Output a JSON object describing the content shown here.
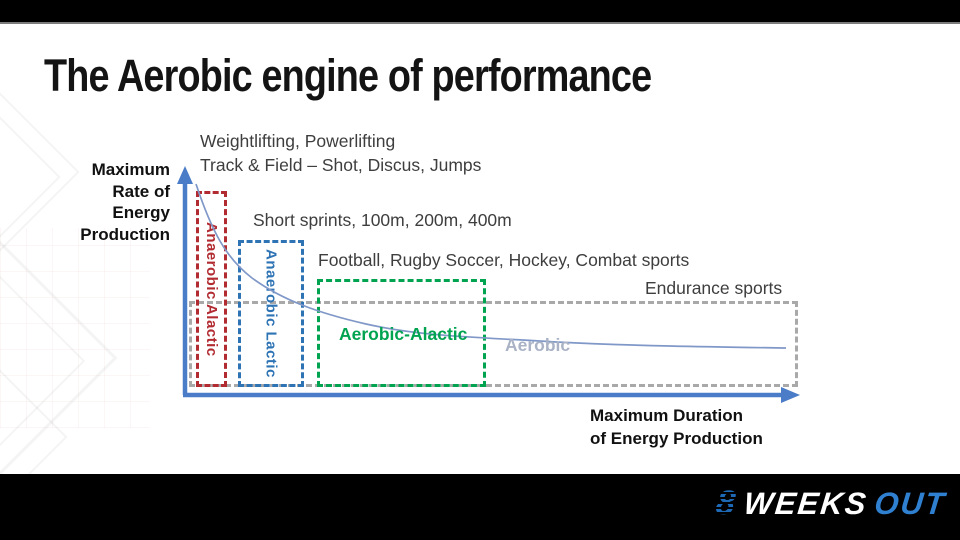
{
  "title": "The Aerobic engine of performance",
  "axes": {
    "y_label_lines": [
      "Maximum",
      "Rate of",
      "Energy",
      "Production"
    ],
    "x_label_lines": [
      "Maximum Duration",
      "of Energy Production"
    ]
  },
  "annotations": {
    "weightlifting_line1": "Weightlifting, Powerlifting",
    "weightlifting_line2": "Track & Field – Shot, Discus, Jumps",
    "sprints": "Short sprints, 100m, 200m, 400m",
    "team_sports": "Football, Rugby Soccer, Hockey, Combat sports",
    "endurance": "Endurance sports"
  },
  "zones": {
    "anaerobic_alactic": {
      "label": "Anaerobic Alactic",
      "color": "#b12b31"
    },
    "anaerobic_lactic": {
      "label": "Anaerobic Lactic",
      "color": "#2e74b5"
    },
    "aerobic_alactic": {
      "label": "Aerobic-Alactic",
      "color": "#00a350"
    },
    "aerobic": {
      "label": "Aerobic",
      "color": "#a9a9a9"
    }
  },
  "logo": {
    "eight": "8",
    "weeks": "WEEKS",
    "out": "OUT"
  },
  "colors": {
    "axis_blue": "#4a7cc7",
    "curve_blue": "#8098c8",
    "title_text": "#141414",
    "annotation_text": "#3e3e3e",
    "bar_black": "#000000"
  },
  "chart_data": {
    "type": "line",
    "title": "The Aerobic engine of performance",
    "xlabel": "Maximum Duration of Energy Production",
    "ylabel": "Maximum Rate of Energy Production",
    "axis_numeric": false,
    "grid": false,
    "legend_position": "none",
    "series": [
      {
        "name": "Rate of energy production vs duration",
        "points_norm": [
          {
            "x": 0.02,
            "y": 1.0
          },
          {
            "x": 0.08,
            "y": 0.64
          },
          {
            "x": 0.12,
            "y": 0.54
          },
          {
            "x": 0.2,
            "y": 0.4
          },
          {
            "x": 0.3,
            "y": 0.32
          },
          {
            "x": 0.48,
            "y": 0.26
          },
          {
            "x": 0.62,
            "y": 0.24
          },
          {
            "x": 0.8,
            "y": 0.225
          },
          {
            "x": 0.97,
            "y": 0.22
          }
        ]
      }
    ],
    "zones": [
      {
        "label": "Anaerobic Alactic",
        "color": "#b12b31",
        "x_range_norm": [
          0.02,
          0.075
        ],
        "y_range_norm": [
          0.0,
          0.95
        ],
        "sports": "Weightlifting, Powerlifting; Track & Field – Shot, Discus, Jumps"
      },
      {
        "label": "Anaerobic Lactic",
        "color": "#2e74b5",
        "x_range_norm": [
          0.09,
          0.2
        ],
        "y_range_norm": [
          0.0,
          0.72
        ],
        "sports": "Short sprints, 100m, 200m, 400m"
      },
      {
        "label": "Aerobic-Alactic",
        "color": "#00a350",
        "x_range_norm": [
          0.22,
          0.5
        ],
        "y_range_norm": [
          0.0,
          0.54
        ],
        "sports": "Football, Rugby Soccer, Hockey, Combat sports"
      },
      {
        "label": "Aerobic",
        "color": "#a9a9a9",
        "x_range_norm": [
          0.01,
          1.0
        ],
        "y_range_norm": [
          0.0,
          0.44
        ],
        "sports": "Endurance sports"
      }
    ]
  }
}
